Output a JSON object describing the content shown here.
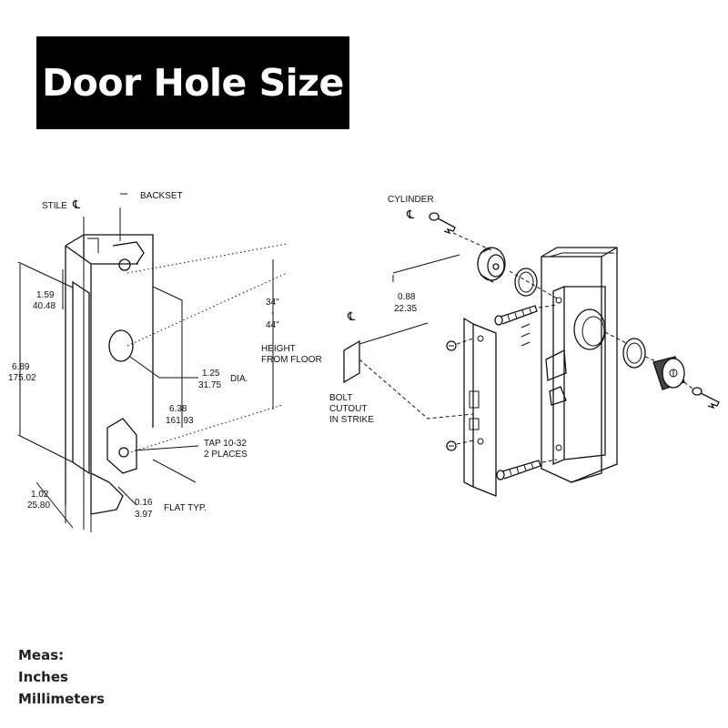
{
  "title": "Door Hole Size",
  "legend": {
    "heading": "Meas:",
    "line1": "Inches",
    "line2": "Millimeters"
  },
  "left_labels": {
    "stile": "STILE",
    "backset": "BACKSET",
    "dim_top_in": "1.59",
    "dim_top_mm": "40.48",
    "dim_total_in": "6.89",
    "dim_total_mm": "175.02",
    "dim_bottom_in": "1.02",
    "dim_bottom_mm": "25.80",
    "height_min": "34\"",
    "height_sep": "-",
    "height_max": "44\"",
    "height_line1": "HEIGHT",
    "height_line2": "FROM FLOOR",
    "dia_in": "1.25",
    "dia_mm": "31.75",
    "dia_label": "DIA.",
    "span_in": "6.38",
    "span_mm": "161.93",
    "tap_line1": "TAP 10-32",
    "tap_line2": "2 PLACES",
    "flat_in": "0.16",
    "flat_mm": "3.97",
    "flat_label": "FLAT TYP."
  },
  "right_labels": {
    "cylinder": "CYLINDER",
    "offset_in": "0.88",
    "offset_mm": "22.35",
    "bolt_line1": "BOLT",
    "bolt_line2": "CUTOUT",
    "bolt_line3": "IN STRIKE"
  }
}
